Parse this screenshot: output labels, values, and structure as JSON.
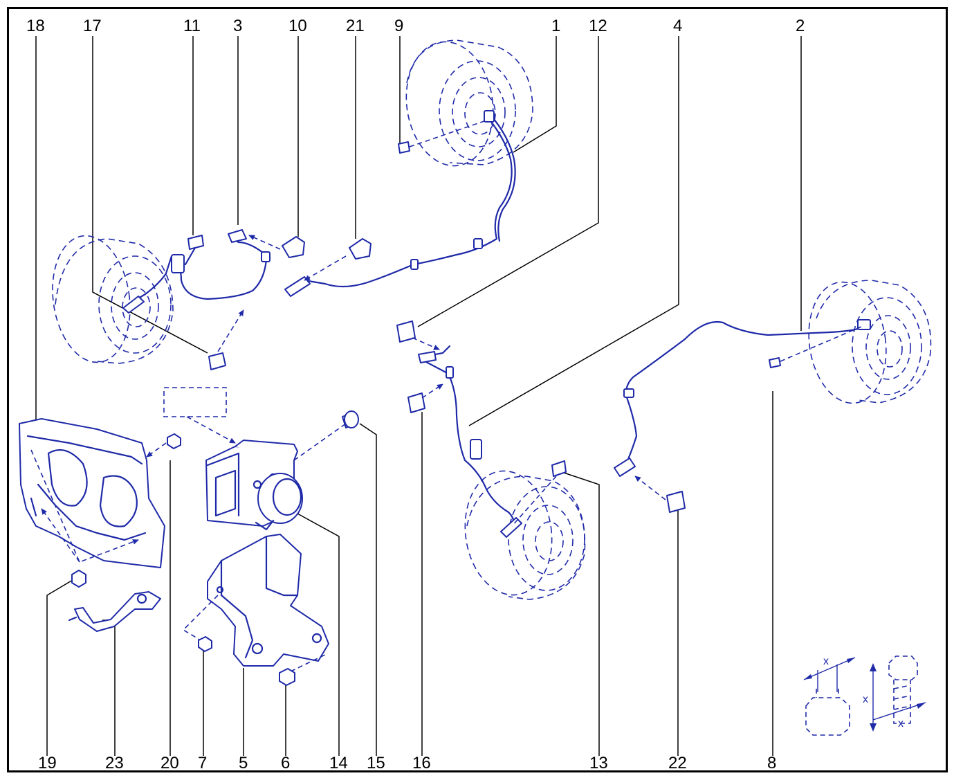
{
  "colors": {
    "line": "#1f2aa8",
    "frame": "#000000",
    "background": "#ffffff"
  },
  "top_callouts": [
    {
      "id": "18",
      "label": "18"
    },
    {
      "id": "17",
      "label": "17"
    },
    {
      "id": "11",
      "label": "11"
    },
    {
      "id": "3",
      "label": "3"
    },
    {
      "id": "10",
      "label": "10"
    },
    {
      "id": "21",
      "label": "21"
    },
    {
      "id": "9",
      "label": "9"
    },
    {
      "id": "1",
      "label": "1"
    },
    {
      "id": "12",
      "label": "12"
    },
    {
      "id": "4",
      "label": "4"
    },
    {
      "id": "2",
      "label": "2"
    }
  ],
  "bottom_callouts": [
    {
      "id": "19",
      "label": "19"
    },
    {
      "id": "23",
      "label": "23"
    },
    {
      "id": "20",
      "label": "20"
    },
    {
      "id": "7",
      "label": "7"
    },
    {
      "id": "5",
      "label": "5"
    },
    {
      "id": "6",
      "label": "6"
    },
    {
      "id": "14",
      "label": "14"
    },
    {
      "id": "15",
      "label": "15"
    },
    {
      "id": "16",
      "label": "16"
    },
    {
      "id": "13",
      "label": "13"
    },
    {
      "id": "22",
      "label": "22"
    },
    {
      "id": "8",
      "label": "8"
    }
  ],
  "dimension_legend": {
    "nut_label": "x",
    "bolt_label_side": "x",
    "bolt_label_bottom": "x"
  }
}
